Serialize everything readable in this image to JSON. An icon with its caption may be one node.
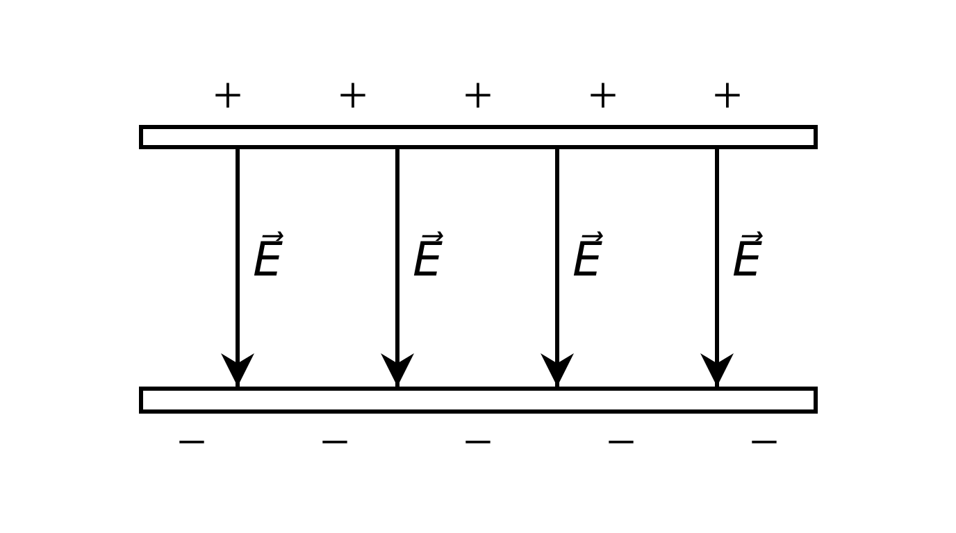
{
  "diagram": {
    "nodes": [
      {
        "text": [],
        "shape": "bar",
        "beside": [
          "+",
          "+",
          "+",
          "+",
          "+"
        ]
      },
      {
        "text": [],
        "shape": "bar",
        "beside": [
          "−",
          "−",
          "−",
          "−",
          "−"
        ]
      }
    ],
    "edges": [
      {
        "from": 0,
        "to": 1,
        "arrow": "to",
        "label": "E⃗"
      },
      {
        "from": 0,
        "to": 1,
        "arrow": "to",
        "label": "E⃗"
      },
      {
        "from": 0,
        "to": 1,
        "arrow": "to",
        "label": "E⃗"
      },
      {
        "from": 0,
        "to": 1,
        "arrow": "to",
        "label": "E⃗"
      }
    ]
  }
}
